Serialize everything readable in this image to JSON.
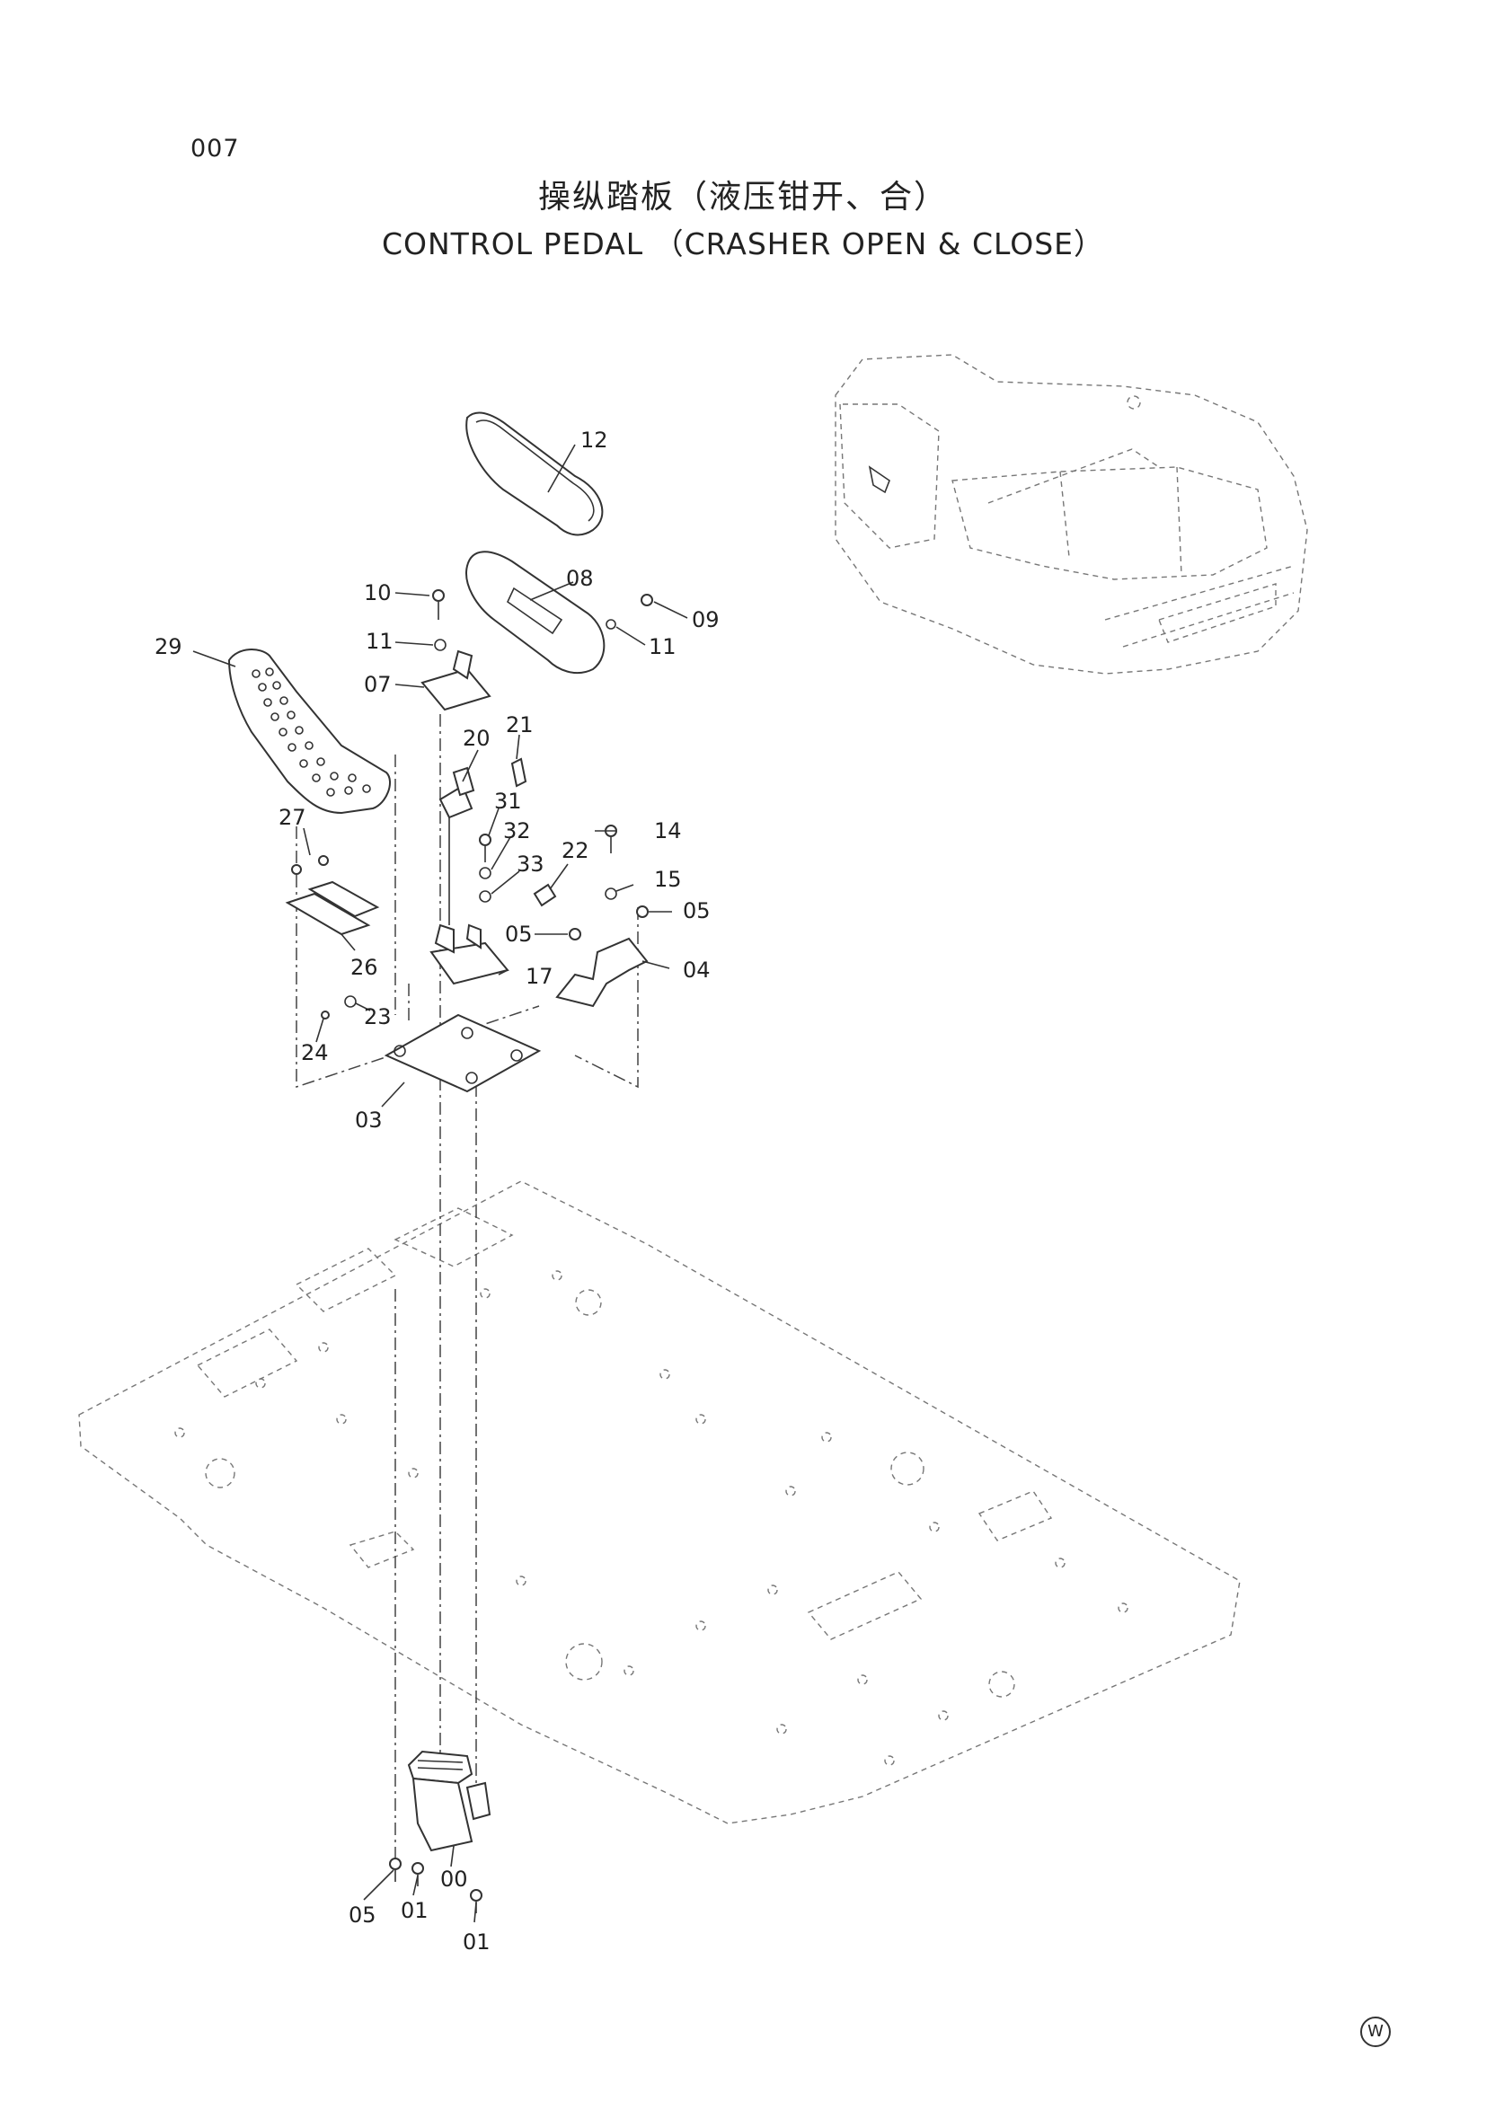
{
  "page_number": "007",
  "title_cn": "操纵踏板（液压钳开、合）",
  "title_en": "CONTROL  PEDAL  （CRASHER OPEN & CLOSE）",
  "corner_mark": "W",
  "callouts": [
    "12",
    "10",
    "08",
    "09",
    "11",
    "11",
    "29",
    "07",
    "20",
    "21",
    "27",
    "31",
    "32",
    "14",
    "33",
    "22",
    "15",
    "05",
    "05",
    "26",
    "17",
    "04",
    "23",
    "24",
    "03",
    "05",
    "01",
    "00",
    "01"
  ]
}
